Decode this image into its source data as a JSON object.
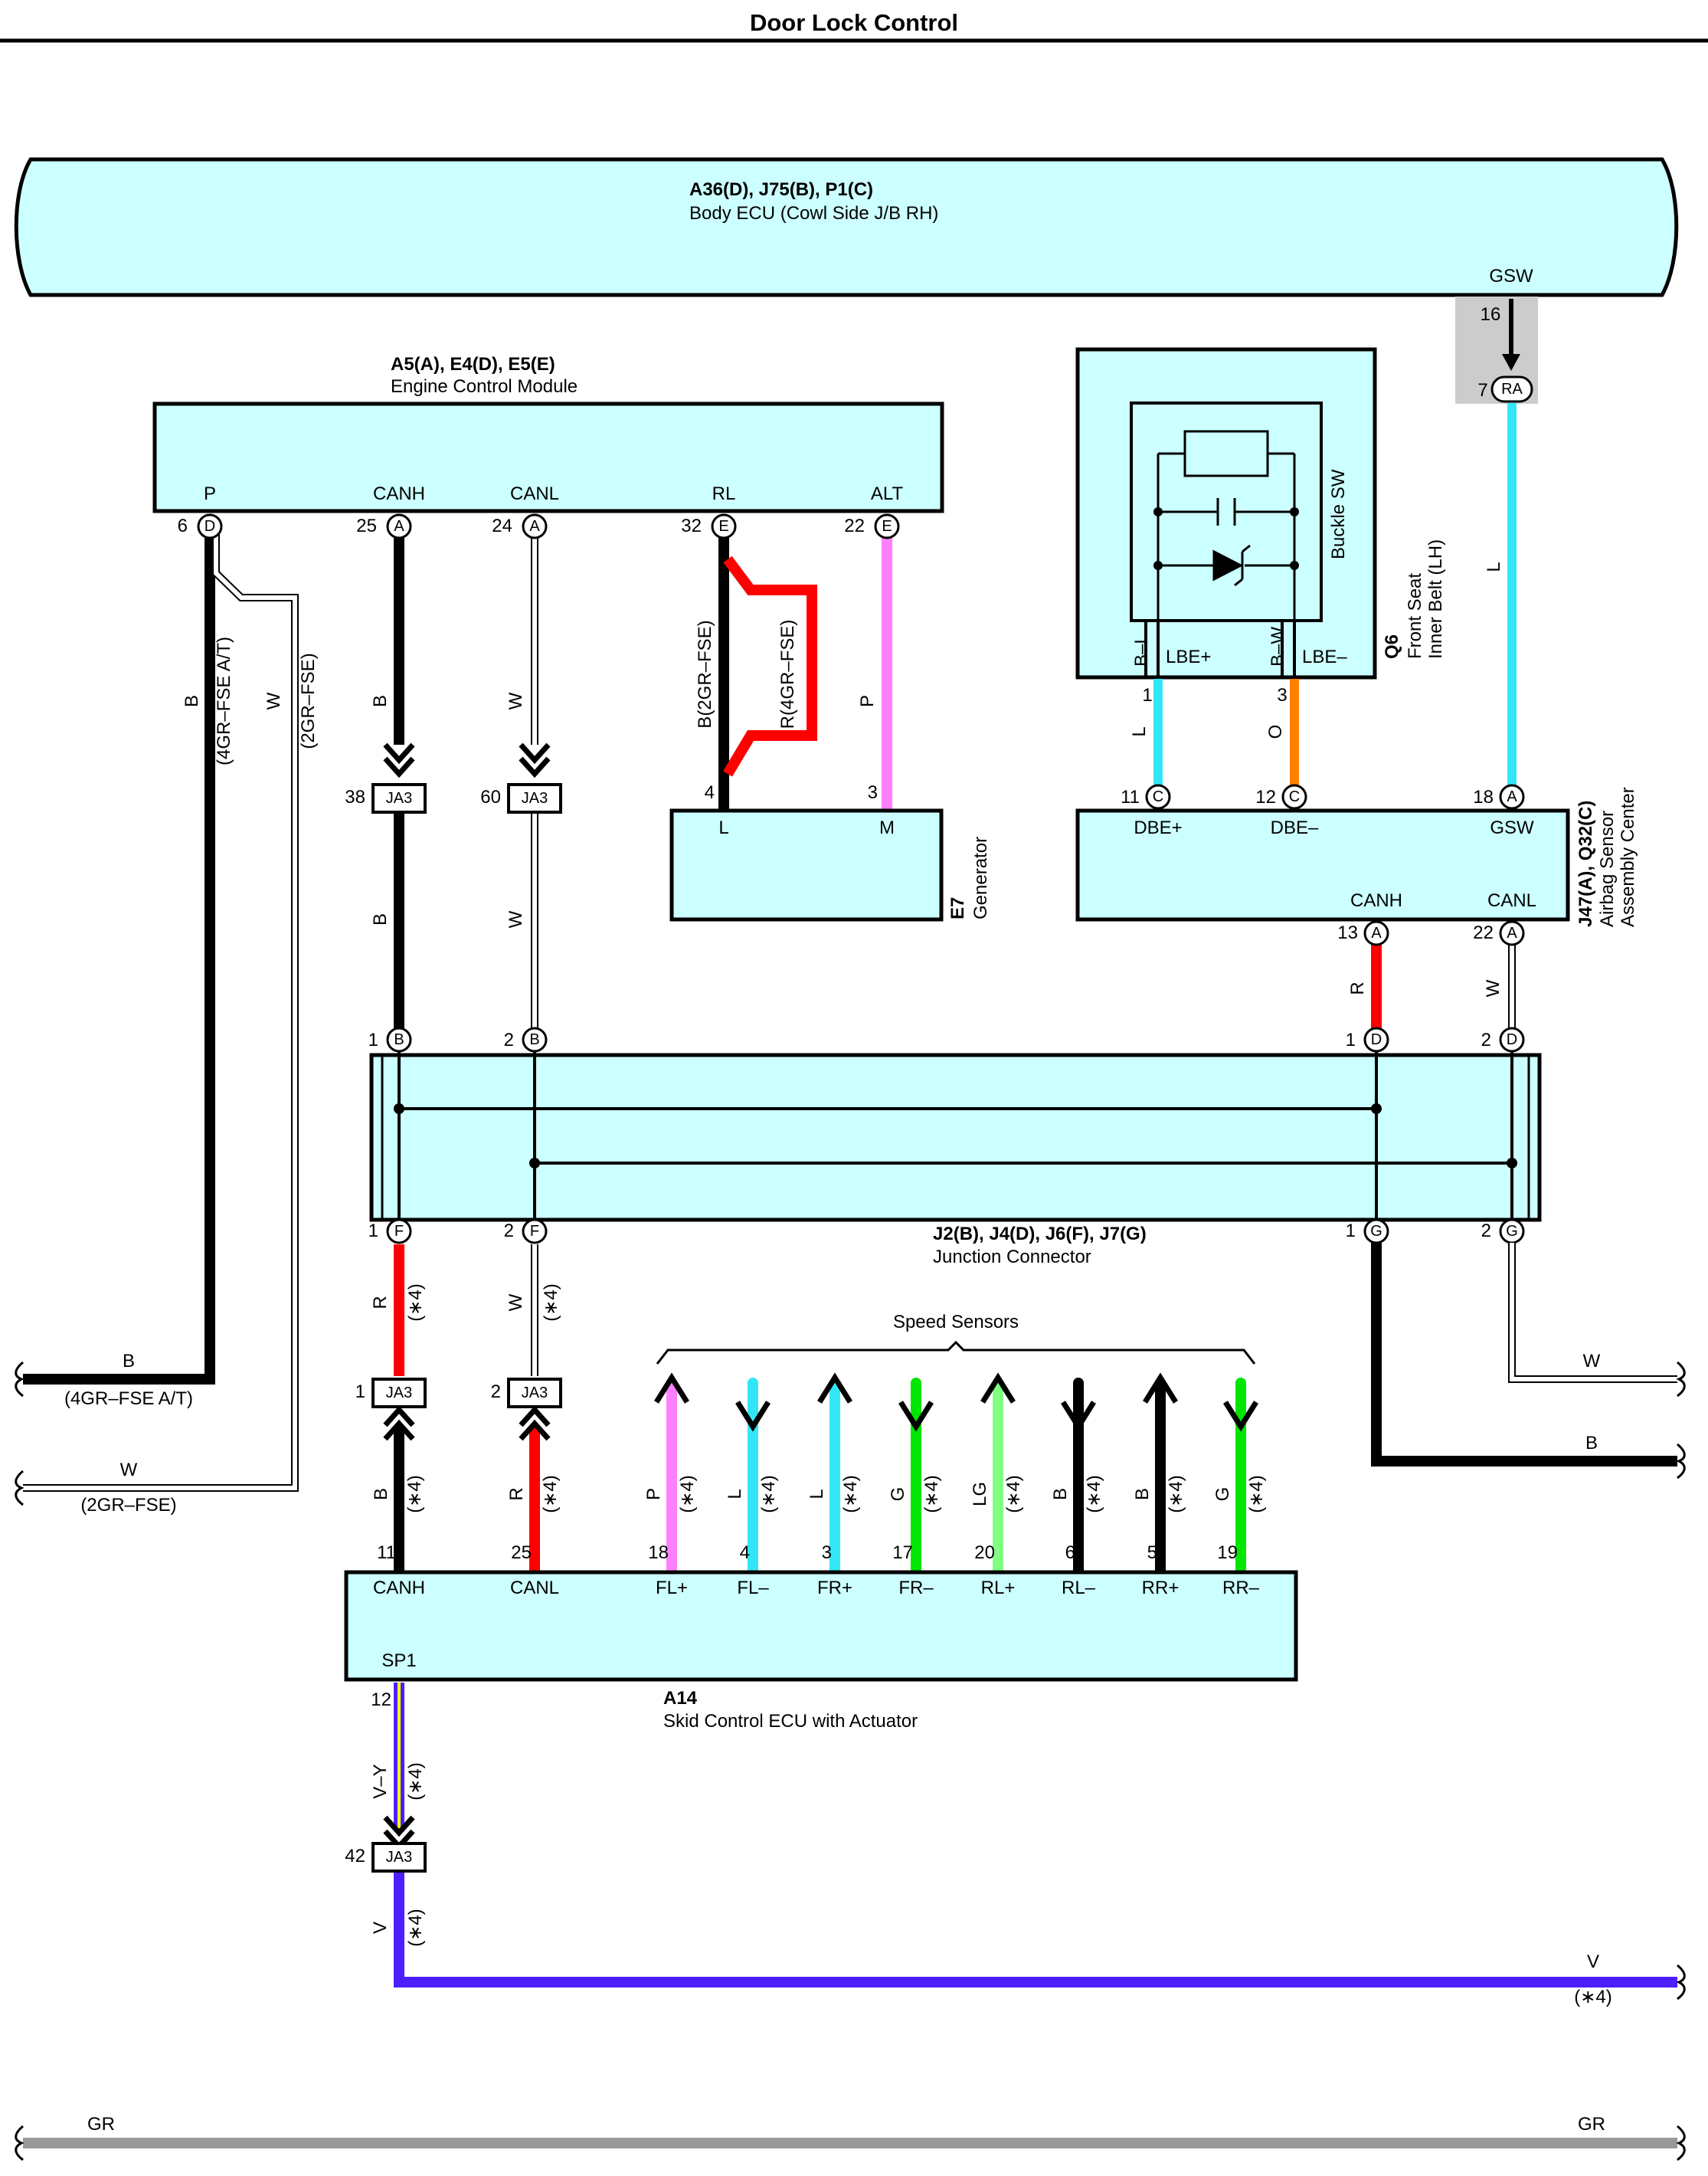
{
  "page_title": "Door Lock Control",
  "body_ecu": {
    "ref": "A36(D), J75(B), P1(C)",
    "name": "Body ECU (Cowl Side J/B RH)",
    "terminal": "GSW",
    "pin": "16"
  },
  "ecm": {
    "ref": "A5(A), E4(D), E5(E)",
    "name": "Engine Control Module",
    "terminals": [
      {
        "name": "P",
        "pin": "6",
        "conn": "D"
      },
      {
        "name": "CANH",
        "pin": "25",
        "conn": "A"
      },
      {
        "name": "CANL",
        "pin": "24",
        "conn": "A"
      },
      {
        "name": "RL",
        "pin": "32",
        "conn": "E"
      },
      {
        "name": "ALT",
        "pin": "22",
        "conn": "E"
      }
    ]
  },
  "ecm_wires": {
    "p_color": "B",
    "p_note": "(4GR–FSE A/T)",
    "w_color": "W",
    "w_note": "(2GR–FSE)",
    "canh_color": "B",
    "canl_color": "W",
    "rl_b": "B(2GR–FSE)",
    "rl_r": "R(4GR–FSE)",
    "alt_color": "P"
  },
  "ja3_top": [
    {
      "pin": "38",
      "label": "JA3"
    },
    {
      "pin": "60",
      "label": "JA3"
    }
  ],
  "lower_canh_color": "B",
  "lower_canl_color": "W",
  "generator": {
    "ref": "E7",
    "name": "Generator",
    "term_l": "L",
    "term_m": "M",
    "pin_l": "4",
    "pin_m": "3"
  },
  "q6": {
    "ref": "Q6",
    "name1": "Front Seat",
    "name2": "Inner Belt (LH)",
    "buckle": "Buckle SW",
    "w1": "B–L",
    "t1": "LBE+",
    "w2": "B–W",
    "t2": "LBE–",
    "pin1": "1",
    "pin2": "3"
  },
  "ra_connector": {
    "label": "RA",
    "pin": "7",
    "wire": "L"
  },
  "q6_wires": {
    "w1": "L",
    "w2": "O"
  },
  "airbag": {
    "ref": "J47(A), Q32(C)",
    "name1": "Airbag Sensor",
    "name2": "Assembly Center",
    "terminals": [
      {
        "name": "DBE+",
        "pin": "11",
        "conn": "C"
      },
      {
        "name": "DBE–",
        "pin": "12",
        "conn": "C"
      },
      {
        "name": "GSW",
        "pin": "18",
        "conn": "A"
      },
      {
        "name": "CANH",
        "pin": "13",
        "conn": "A"
      },
      {
        "name": "CANL",
        "pin": "22",
        "conn": "A"
      }
    ],
    "canh_color": "R",
    "canl_color": "W"
  },
  "junction": {
    "ref": "J2(B), J4(D), J6(F), J7(G)",
    "name": "Junction Connector",
    "top_pins": [
      {
        "pin": "1",
        "conn": "B"
      },
      {
        "pin": "2",
        "conn": "B"
      },
      {
        "pin": "1",
        "conn": "D"
      },
      {
        "pin": "2",
        "conn": "D"
      }
    ],
    "bottom_pins": [
      {
        "pin": "1",
        "conn": "F"
      },
      {
        "pin": "2",
        "conn": "F"
      },
      {
        "pin": "1",
        "conn": "G"
      },
      {
        "pin": "2",
        "conn": "G"
      }
    ]
  },
  "jf_wires": {
    "left_color": "R",
    "left_note": "(∗4)",
    "right_color": "W",
    "right_note": "(∗4)"
  },
  "ja3_bottom": [
    {
      "pin": "1",
      "label": "JA3"
    },
    {
      "pin": "2",
      "label": "JA3"
    }
  ],
  "right_wires": {
    "w": "W",
    "b": "B"
  },
  "left_offpage": {
    "b": "B",
    "b_note": "(4GR–FSE A/T)",
    "w": "W",
    "w_note": "(2GR–FSE)"
  },
  "speed_sensors_label": "Speed Sensors",
  "skid_ecu": {
    "ref": "A14",
    "name": "Skid Control ECU with Actuator",
    "terminals": [
      {
        "name": "CANH",
        "pin": "11",
        "wire": "B",
        "note": "(∗4)"
      },
      {
        "name": "CANL",
        "pin": "25",
        "wire": "R",
        "note": "(∗4)"
      },
      {
        "name": "FL+",
        "pin": "18",
        "wire": "P",
        "note": "(∗4)"
      },
      {
        "name": "FL–",
        "pin": "4",
        "wire": "L",
        "note": "(∗4)"
      },
      {
        "name": "FR+",
        "pin": "3",
        "wire": "L",
        "note": "(∗4)"
      },
      {
        "name": "FR–",
        "pin": "17",
        "wire": "G",
        "note": "(∗4)"
      },
      {
        "name": "RL+",
        "pin": "20",
        "wire": "LG",
        "note": "(∗4)"
      },
      {
        "name": "RL–",
        "pin": "6",
        "wire": "B",
        "note": "(∗4)"
      },
      {
        "name": "RR+",
        "pin": "5",
        "wire": "B",
        "note": "(∗4)"
      },
      {
        "name": "RR–",
        "pin": "19",
        "wire": "G",
        "note": "(∗4)"
      }
    ],
    "sp1": "SP1",
    "sp1_pin": "12",
    "sp1_wire": "V–Y",
    "sp1_note": "(∗4)"
  },
  "ja3_sp": {
    "pin": "42",
    "label": "JA3"
  },
  "v_wire": {
    "left": "V",
    "left_note": "(∗4)",
    "right": "V",
    "right_note": "(∗4)"
  },
  "gr_wire": {
    "left": "GR",
    "right": "GR"
  },
  "colors": {
    "black": "#000000",
    "white_wire": "#ffffff",
    "red": "#ff0000",
    "pink": "#ff80ff",
    "cyan": "#33e6f5",
    "orange": "#ff8000",
    "green": "#00e600",
    "light_green": "#80ff80",
    "violet": "#4b1fff",
    "yellow": "#ffff00",
    "gray": "#999999",
    "box_fill": "#ccffff"
  }
}
